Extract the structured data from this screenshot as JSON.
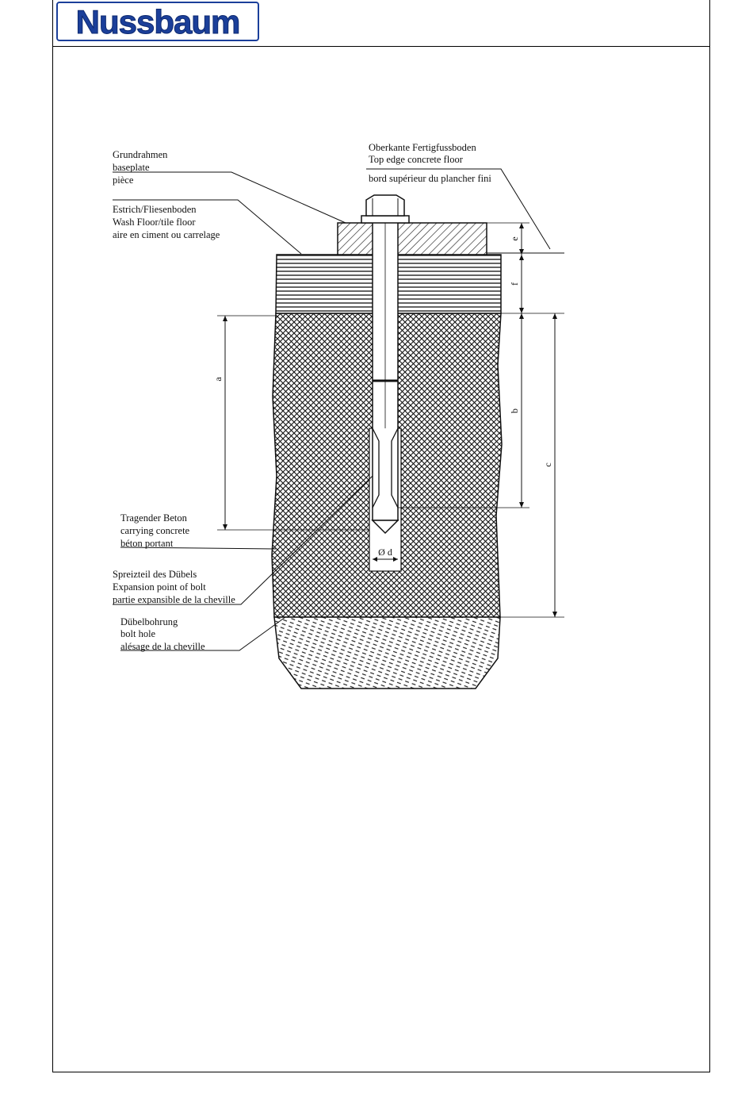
{
  "brand": {
    "logo_text": "Nussbaum",
    "logo_color": "#1b3f9a"
  },
  "labels": {
    "baseplate": [
      "Grundrahmen",
      "baseplate",
      "pièce"
    ],
    "floor": [
      "Estrich/Fliesenboden",
      "Wash Floor/tile floor",
      "aire en ciment ou carrelage"
    ],
    "top_edge": [
      "Oberkante Fertigfussboden",
      "Top edge concrete floor",
      "bord supérieur du plancher fini"
    ],
    "carrying": [
      "Tragender Beton",
      "carrying concrete",
      "béton portant"
    ],
    "expansion": [
      "Spreizteil des Dübels",
      "Expansion point of bolt",
      "partie expansible de la cheville"
    ],
    "bolt_hole": [
      "Dübelbohrung",
      "bolt hole",
      "alésage de la cheville"
    ]
  },
  "dimensions": {
    "a": "a",
    "b": "b",
    "c": "c",
    "e": "e",
    "f": "f",
    "d": "Ø d"
  }
}
